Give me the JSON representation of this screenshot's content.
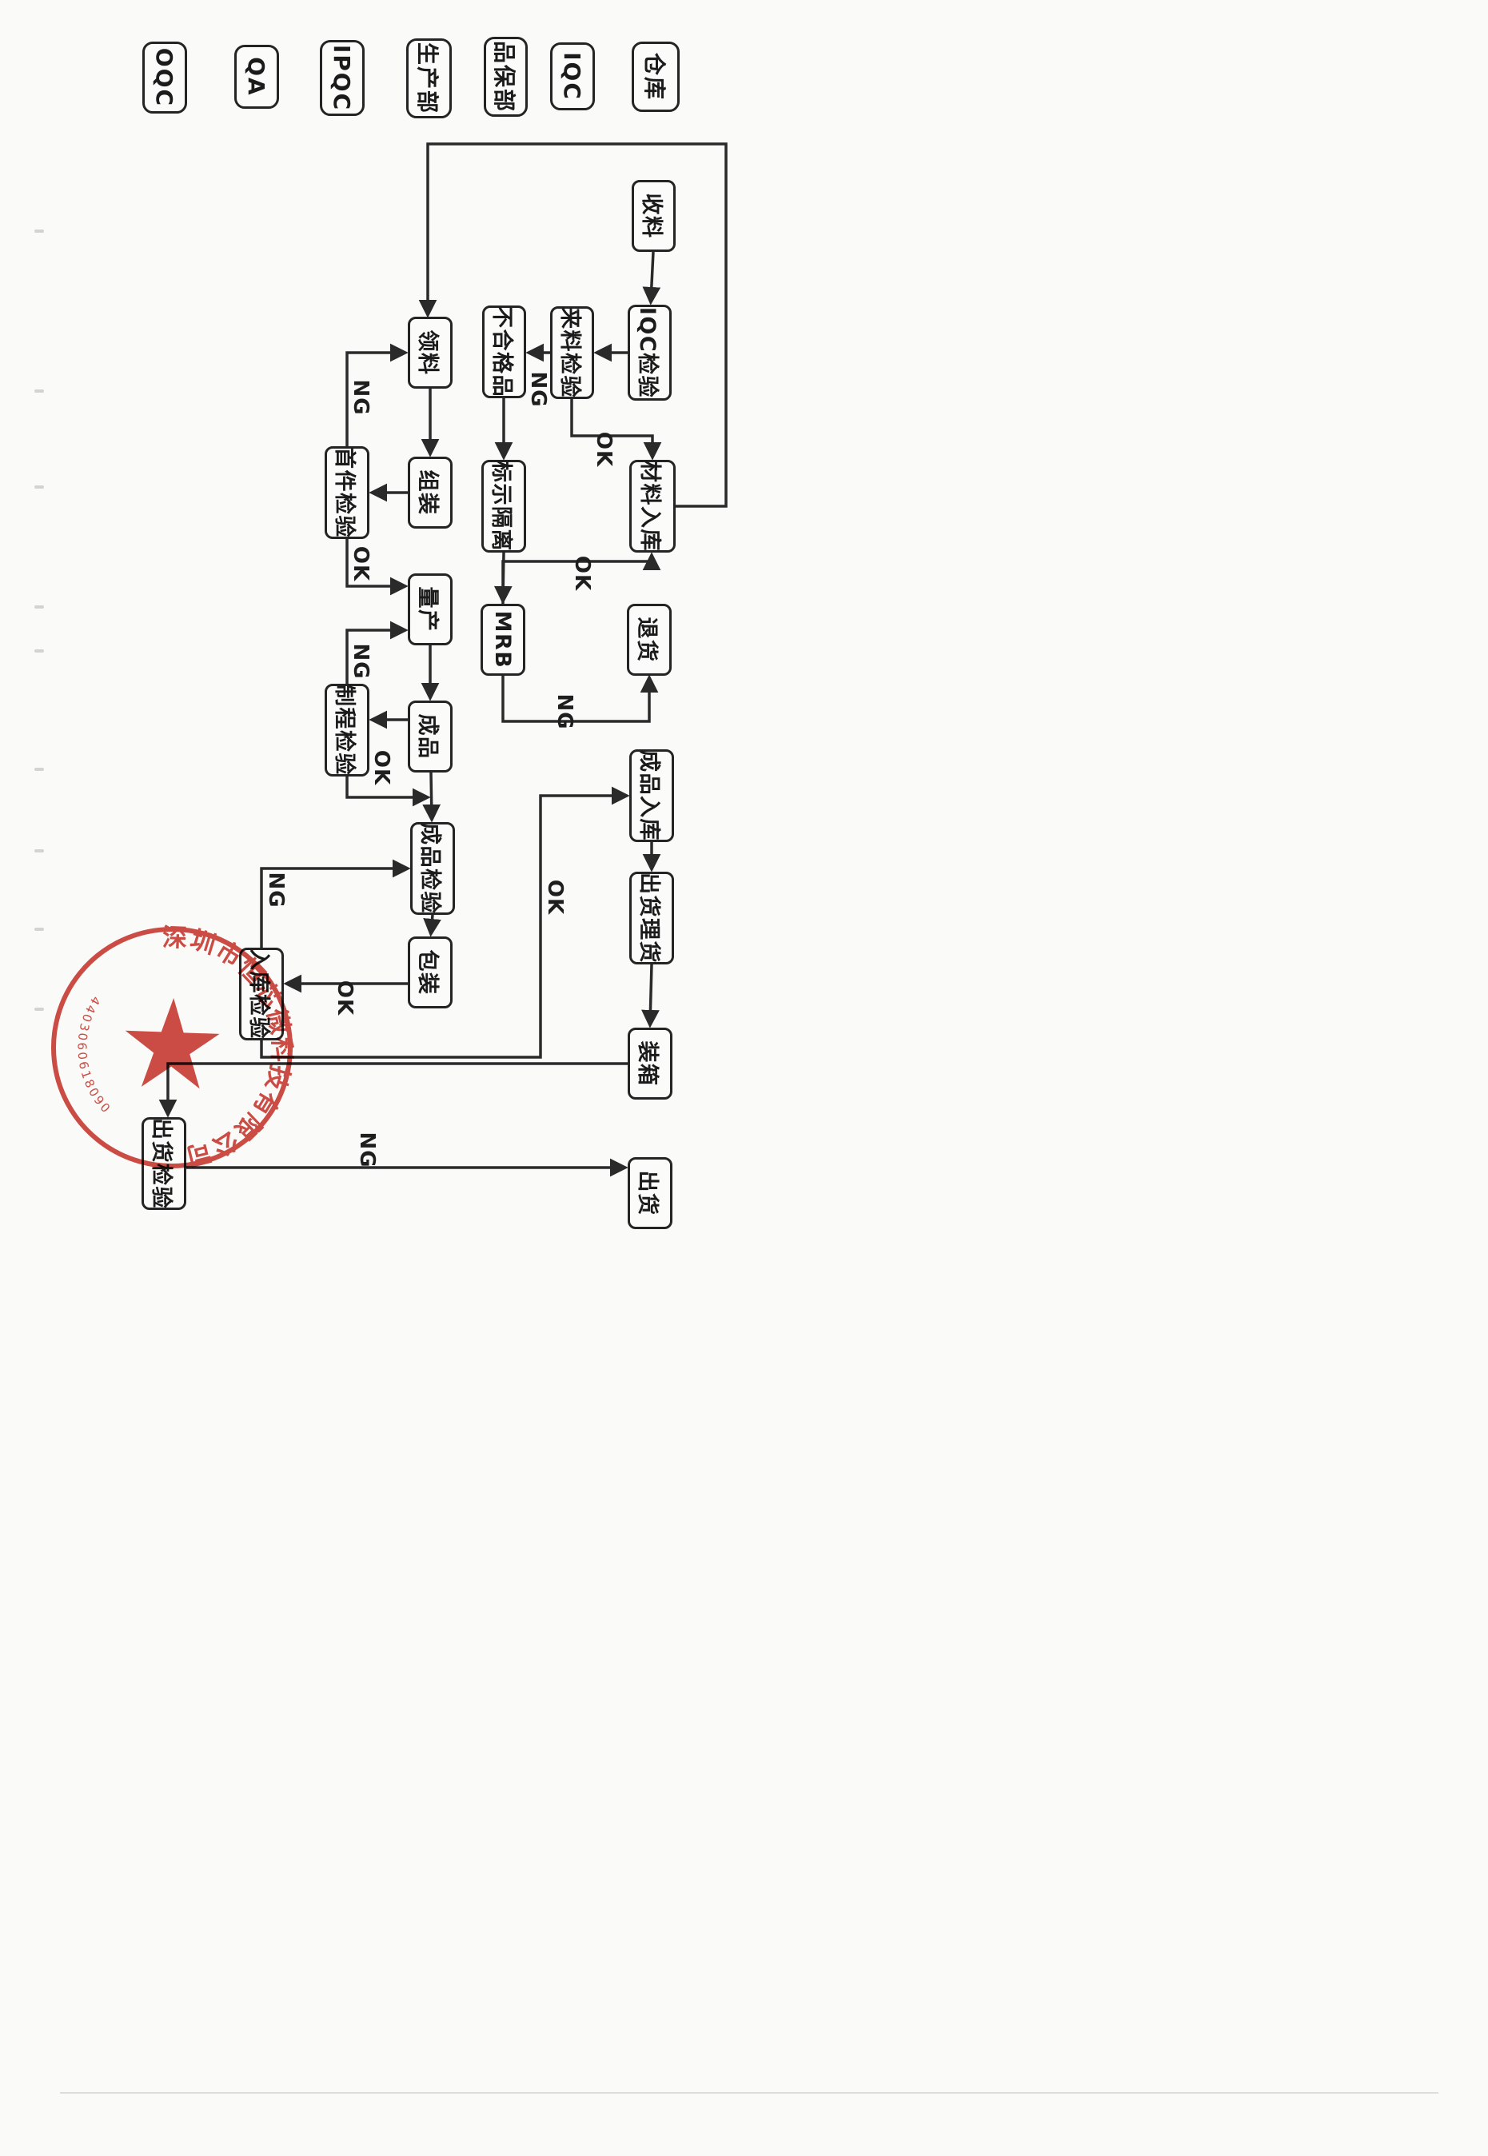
{
  "colors": {
    "ink": "#242424",
    "line": "#2a2a2a",
    "stamp_red": "#c0251c",
    "page_bg": "#fafaf8"
  },
  "lanes": [
    {
      "label": "仓库"
    },
    {
      "label": "IQC"
    },
    {
      "label": "品保部"
    },
    {
      "label": "生产部"
    },
    {
      "label": "IPQC"
    },
    {
      "label": "QA"
    },
    {
      "label": "OQC"
    }
  ],
  "nodes": [
    {
      "label": "收料"
    },
    {
      "label": "IQC检验"
    },
    {
      "label": "来料检验"
    },
    {
      "label": "不合格品"
    },
    {
      "label": "材料入库"
    },
    {
      "label": "标示隔离"
    },
    {
      "label": "MRB"
    },
    {
      "label": "退货"
    },
    {
      "label": "领料"
    },
    {
      "label": "组装"
    },
    {
      "label": "首件检验"
    },
    {
      "label": "量产"
    },
    {
      "label": "制程检验"
    },
    {
      "label": "成品"
    },
    {
      "label": "成品检验"
    },
    {
      "label": "包装"
    },
    {
      "label": "入库检验"
    },
    {
      "label": "成品入库"
    },
    {
      "label": "出货理货"
    },
    {
      "label": "装箱"
    },
    {
      "label": "出货"
    },
    {
      "label": "出货检验"
    }
  ],
  "edge_labels": [
    {
      "text": "NG"
    },
    {
      "text": "OK"
    },
    {
      "text": "OK"
    },
    {
      "text": "NG"
    },
    {
      "text": "NG"
    },
    {
      "text": "OK"
    },
    {
      "text": "NG"
    },
    {
      "text": "OK"
    },
    {
      "text": "OK"
    },
    {
      "text": "NG"
    },
    {
      "text": "OK"
    },
    {
      "text": "NG"
    }
  ],
  "stamp": {
    "company": "深圳市恒芯微科技有限公司",
    "serial": "4403060618090"
  }
}
